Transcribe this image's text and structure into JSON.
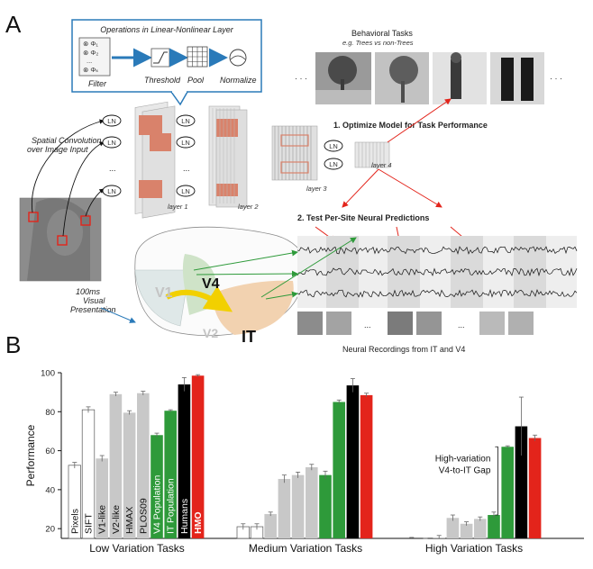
{
  "panels": {
    "a": "A",
    "b": "B"
  },
  "panel_a": {
    "operations": {
      "title": "Operations in Linear-Nonlinear Layer",
      "filter": "Filter",
      "threshold": "Threshold",
      "pool": "Pool",
      "normalize": "Normalize",
      "phi_labels": [
        "⊗ Φ₁",
        "⊗ Φ₂",
        "...",
        "⊗ Φₖ"
      ]
    },
    "behavioral_title": "Behavioral Tasks",
    "behavioral_subtitle": "e.g. Trees vs non-Trees",
    "ellipsis": "· · ·",
    "spatial_conv": [
      "Spatial Convolution",
      "over Image Input"
    ],
    "ln_label": "LN",
    "layers": [
      "layer 1",
      "layer 2",
      "layer 3",
      "layer 4"
    ],
    "step1": "1. Optimize Model for Task Performance",
    "step2": "2. Test Per-Site Neural Predictions",
    "presentation": [
      "100ms",
      "Visual",
      "Presentation"
    ],
    "areas": {
      "v1": "V1",
      "v2": "V2",
      "v4": "V4",
      "it": "IT"
    },
    "neural_caption": "Neural Recordings from IT and V4",
    "dots": "...",
    "colors": {
      "red": "#e3241b",
      "green": "#2e9a3a",
      "blue": "#2a7ab9",
      "brain_it": "#f2d2b0",
      "brain_v4": "#cfe3c8",
      "brain_v1": "#dfe8e8"
    }
  },
  "chart_data": {
    "type": "bar",
    "ylabel": "Performance",
    "ylim": [
      15,
      100
    ],
    "yticks": [
      20,
      40,
      60,
      80,
      100
    ],
    "models": [
      "Pixels",
      "SIFT",
      "V1-like",
      "V2-like",
      "HMAX",
      "PLOS09",
      "V4 Population",
      "IT Population",
      "Humans",
      "HMO"
    ],
    "model_colors": [
      "#ffffff",
      "#ffffff",
      "#c8c8c8",
      "#c8c8c8",
      "#c8c8c8",
      "#c8c8c8",
      "#2e9a3a",
      "#2e9a3a",
      "#000000",
      "#e3241b"
    ],
    "groups": [
      {
        "name": "Low Variation Tasks",
        "values": [
          52.5,
          81,
          56,
          89,
          79.5,
          89.5,
          68,
          80.5,
          94,
          98.5
        ],
        "errors": [
          1.5,
          1.5,
          1.5,
          1,
          1,
          1,
          1,
          0.5,
          3.5,
          0.5
        ]
      },
      {
        "name": "Medium Variation Tasks",
        "values": [
          21,
          21,
          27.5,
          45.5,
          47.5,
          51.5,
          47.5,
          85,
          93.5,
          88.5
        ],
        "errors": [
          1.5,
          1.5,
          1,
          2,
          1.5,
          1.5,
          2,
          1,
          3.5,
          1
        ]
      },
      {
        "name": "High Variation Tasks",
        "values": [
          14.5,
          14,
          15.5,
          25.5,
          22.5,
          25,
          27,
          62,
          72.5,
          66.5
        ],
        "errors": [
          1,
          1,
          1,
          1.5,
          1,
          1,
          1.5,
          0.5,
          15,
          1.5
        ]
      }
    ],
    "annotation": [
      "High-variation",
      "V4-to-IT Gap"
    ]
  }
}
